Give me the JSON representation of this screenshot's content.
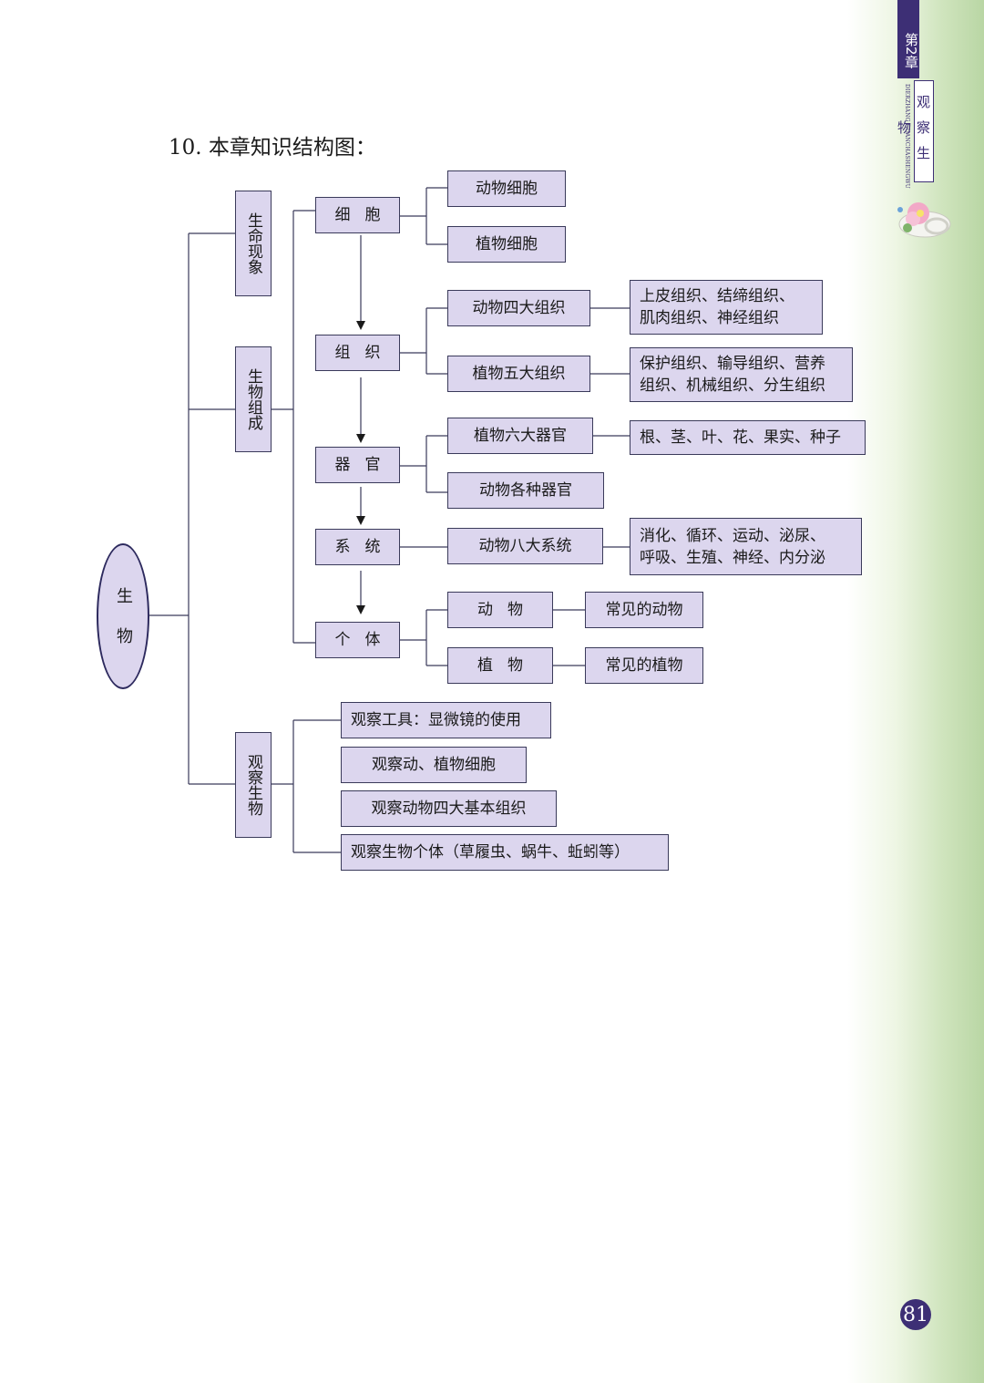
{
  "header": {
    "chapter_label": "第2章",
    "chapter_title": "观察生物",
    "pinyin": "DIERZHANG GUANCHASHENGWU"
  },
  "heading": "10.  本章知识结构图：",
  "root": "生物",
  "branches": {
    "phenomenon": "生命现象",
    "composition": "生物组成",
    "observe": "观察生物"
  },
  "levels": {
    "cell": "细胞",
    "tissue": "组织",
    "organ": "器官",
    "system": "系统",
    "individual": "个体"
  },
  "cell_types": {
    "animal": "动物细胞",
    "plant": "植物细胞"
  },
  "tissues": {
    "animal": "动物四大组织",
    "animal_list": "上皮组织、结缔组织、\n肌肉组织、神经组织",
    "plant": "植物五大组织",
    "plant_list": "保护组织、输导组织、营养\n组织、机械组织、分生组织"
  },
  "organs": {
    "plant": "植物六大器官",
    "plant_list": "根、茎、叶、花、果实、种子",
    "animal": "动物各种器官"
  },
  "systems": {
    "animal": "动物八大系统",
    "animal_list": "消化、循环、运动、泌尿、\n呼吸、生殖、神经、内分泌"
  },
  "individuals": {
    "animal": "动物",
    "animal_common": "常见的动物",
    "plant": "植物",
    "plant_common": "常见的植物"
  },
  "observations": [
    "观察工具：显微镜的使用",
    "观察动、植物细胞",
    "观察动物四大基本组织",
    "观察生物个体（草履虫、蜗牛、蚯蚓等）"
  ],
  "page_number": "81",
  "colors": {
    "box_fill": "#dcd6ee",
    "accent": "#3d2f75",
    "sidebar_green": "#cfe4bd"
  }
}
